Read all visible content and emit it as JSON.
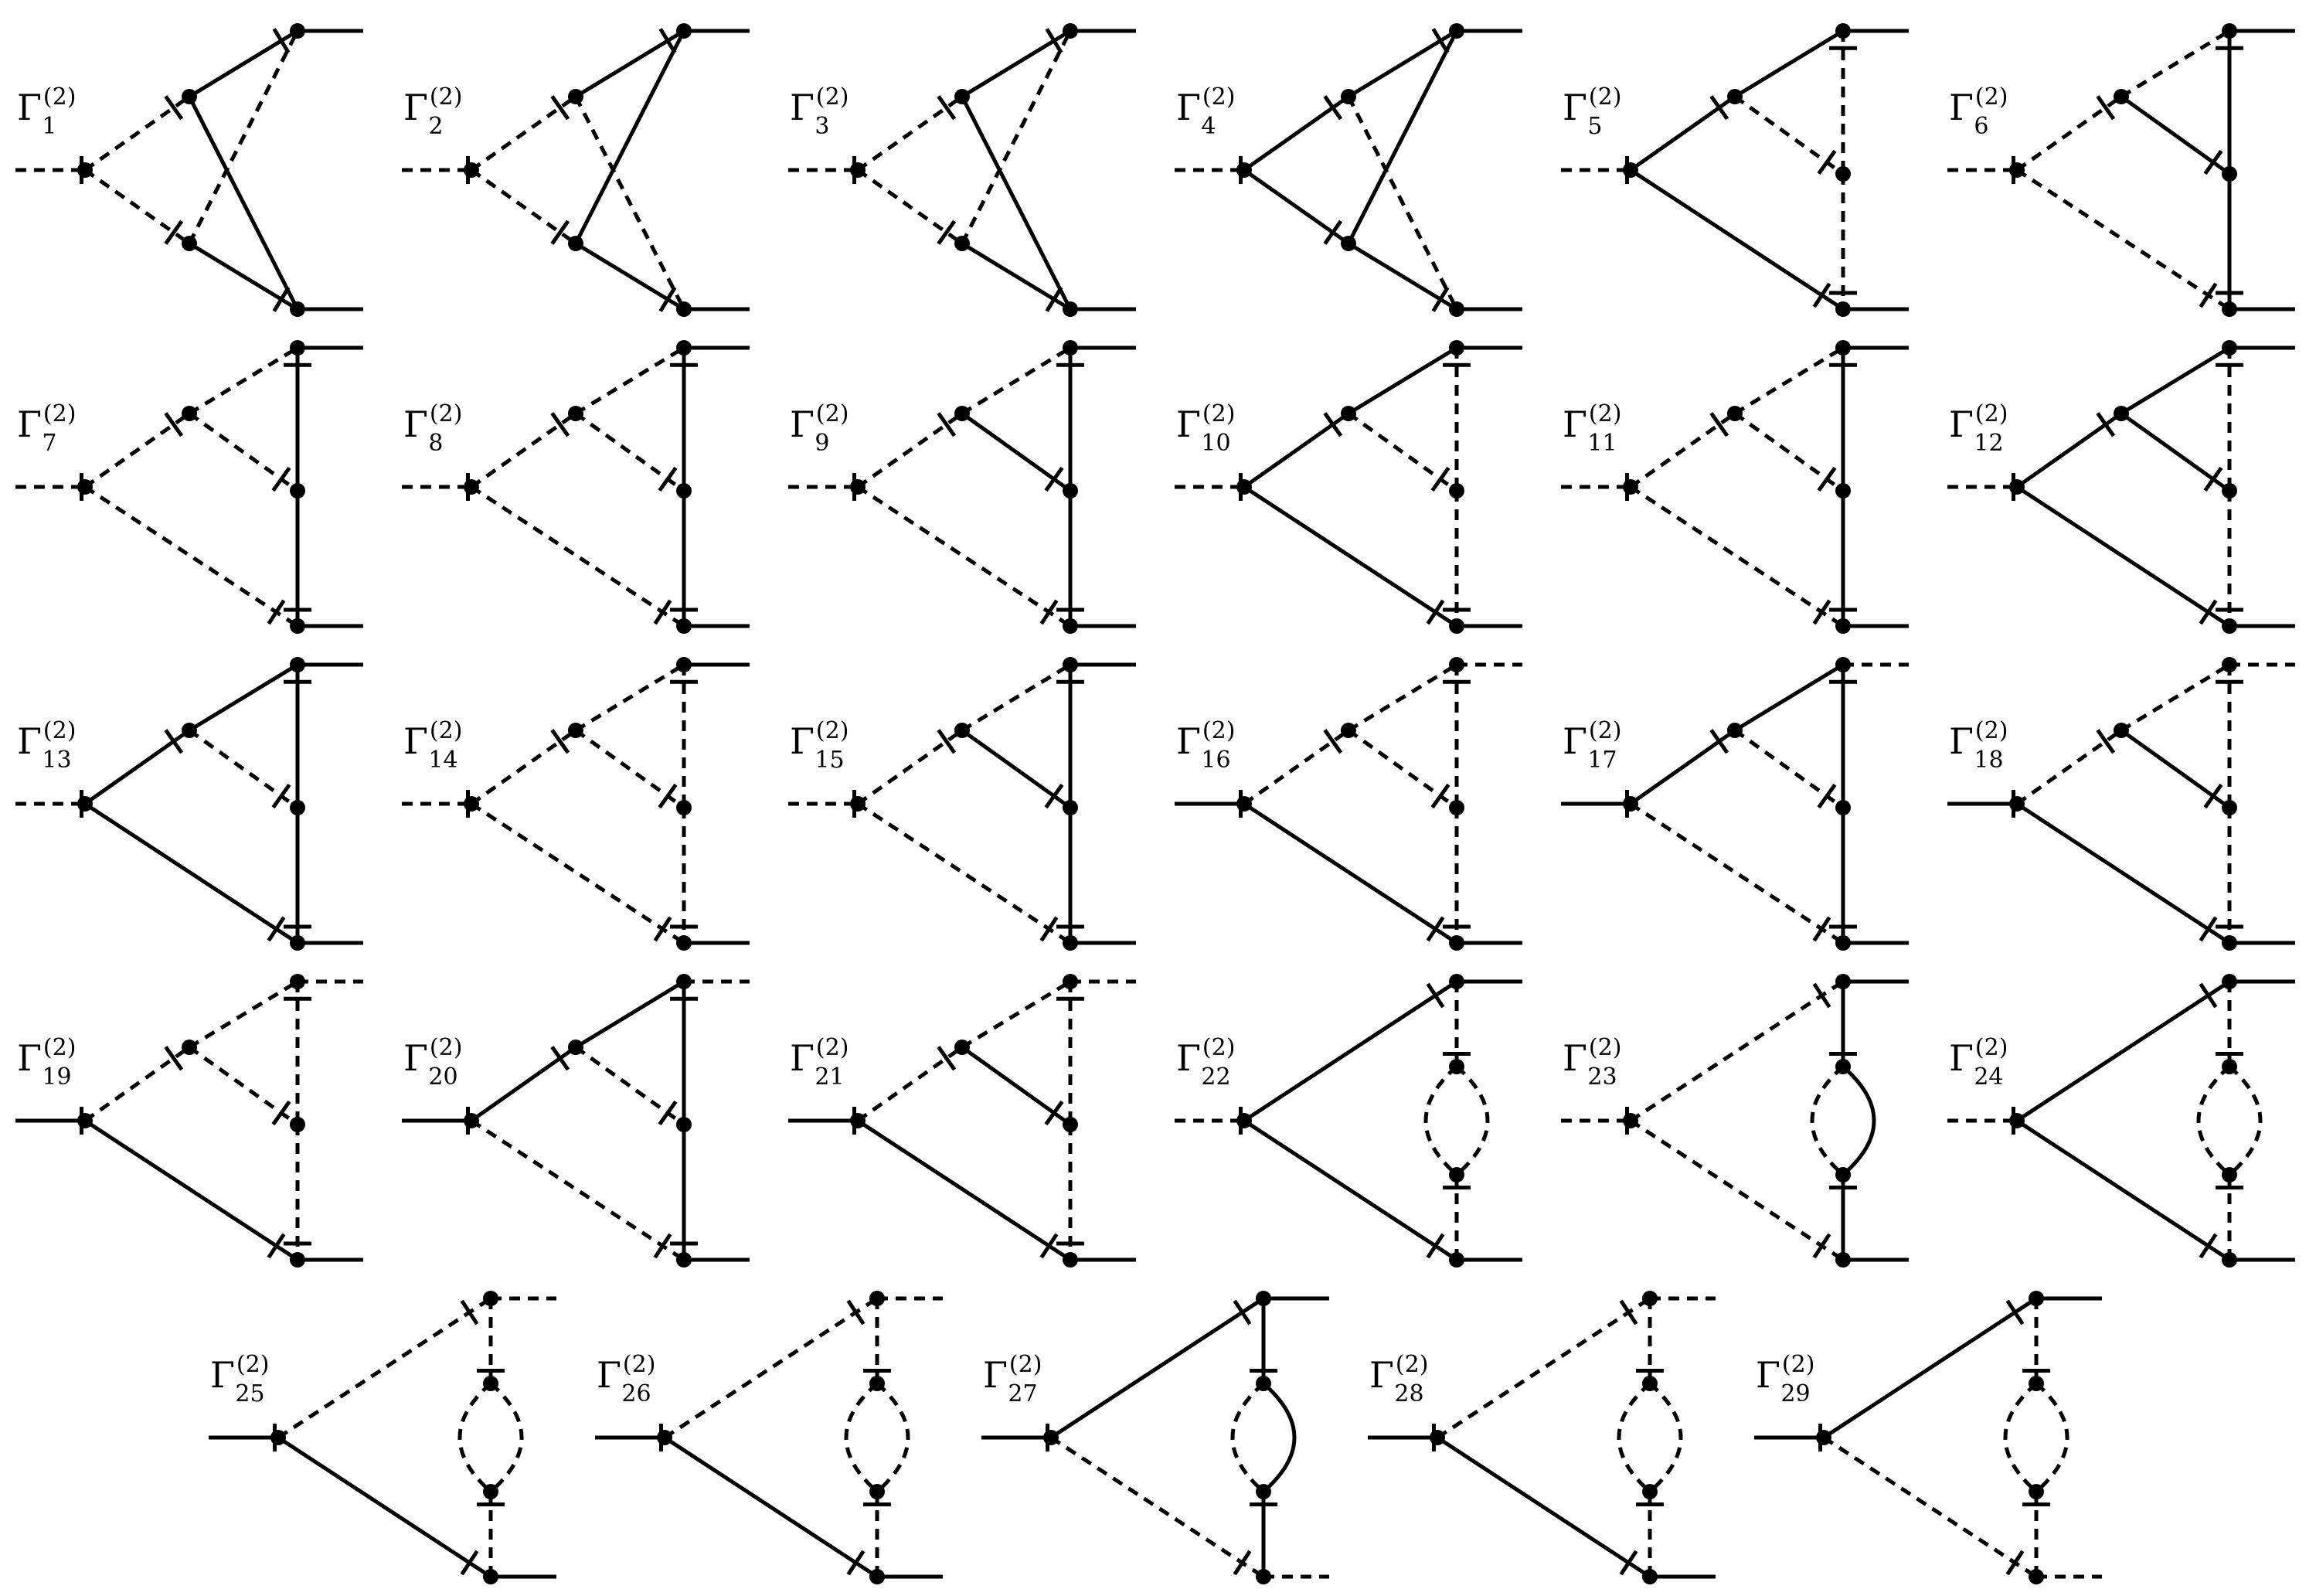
{
  "figure": {
    "symbol": "Γ",
    "order": "(2)",
    "diagrams": [
      {
        "index": "1",
        "label": "Γ",
        "sub": "1",
        "sup": "(2)",
        "inner": "crossed-propagators"
      },
      {
        "index": "2",
        "label": "Γ",
        "sub": "2",
        "sup": "(2)",
        "inner": "crossed-propagators"
      },
      {
        "index": "3",
        "label": "Γ",
        "sub": "3",
        "sup": "(2)",
        "inner": "crossed-propagators"
      },
      {
        "index": "4",
        "label": "Γ",
        "sub": "4",
        "sup": "(2)",
        "inner": "crossed-propagators"
      },
      {
        "index": "5",
        "label": "Γ",
        "sub": "5",
        "sup": "(2)",
        "inner": "vertex-correction"
      },
      {
        "index": "6",
        "label": "Γ",
        "sub": "6",
        "sup": "(2)",
        "inner": "vertex-correction"
      },
      {
        "index": "7",
        "label": "Γ",
        "sub": "7",
        "sup": "(2)",
        "inner": "vertex-correction"
      },
      {
        "index": "8",
        "label": "Γ",
        "sub": "8",
        "sup": "(2)",
        "inner": "vertex-correction"
      },
      {
        "index": "9",
        "label": "Γ",
        "sub": "9",
        "sup": "(2)",
        "inner": "vertex-correction"
      },
      {
        "index": "10",
        "label": "Γ",
        "sub": "10",
        "sup": "(2)",
        "inner": "vertex-correction"
      },
      {
        "index": "11",
        "label": "Γ",
        "sub": "11",
        "sup": "(2)",
        "inner": "vertex-correction"
      },
      {
        "index": "12",
        "label": "Γ",
        "sub": "12",
        "sup": "(2)",
        "inner": "vertex-correction"
      },
      {
        "index": "13",
        "label": "Γ",
        "sub": "13",
        "sup": "(2)",
        "inner": "vertex-correction"
      },
      {
        "index": "14",
        "label": "Γ",
        "sub": "14",
        "sup": "(2)",
        "inner": "vertex-correction"
      },
      {
        "index": "15",
        "label": "Γ",
        "sub": "15",
        "sup": "(2)",
        "inner": "vertex-correction"
      },
      {
        "index": "16",
        "label": "Γ",
        "sub": "16",
        "sup": "(2)",
        "inner": "vertex-correction"
      },
      {
        "index": "17",
        "label": "Γ",
        "sub": "17",
        "sup": "(2)",
        "inner": "vertex-correction"
      },
      {
        "index": "18",
        "label": "Γ",
        "sub": "18",
        "sup": "(2)",
        "inner": "vertex-correction"
      },
      {
        "index": "19",
        "label": "Γ",
        "sub": "19",
        "sup": "(2)",
        "inner": "vertex-correction"
      },
      {
        "index": "20",
        "label": "Γ",
        "sub": "20",
        "sup": "(2)",
        "inner": "vertex-correction"
      },
      {
        "index": "21",
        "label": "Γ",
        "sub": "21",
        "sup": "(2)",
        "inner": "vertex-correction"
      },
      {
        "index": "22",
        "label": "Γ",
        "sub": "22",
        "sup": "(2)",
        "inner": "bubble-loop"
      },
      {
        "index": "23",
        "label": "Γ",
        "sub": "23",
        "sup": "(2)",
        "inner": "bubble-loop"
      },
      {
        "index": "24",
        "label": "Γ",
        "sub": "24",
        "sup": "(2)",
        "inner": "bubble-loop"
      },
      {
        "index": "25",
        "label": "Γ",
        "sub": "25",
        "sup": "(2)",
        "inner": "bubble-loop"
      },
      {
        "index": "26",
        "label": "Γ",
        "sub": "26",
        "sup": "(2)",
        "inner": "bubble-loop"
      },
      {
        "index": "27",
        "label": "Γ",
        "sub": "27",
        "sup": "(2)",
        "inner": "bubble-loop"
      },
      {
        "index": "28",
        "label": "Γ",
        "sub": "28",
        "sup": "(2)",
        "inner": "bubble-loop"
      },
      {
        "index": "29",
        "label": "Γ",
        "sub": "29",
        "sup": "(2)",
        "inner": "bubble-loop"
      }
    ]
  },
  "colors": {
    "ink": "#000000",
    "background": "#ffffff"
  }
}
